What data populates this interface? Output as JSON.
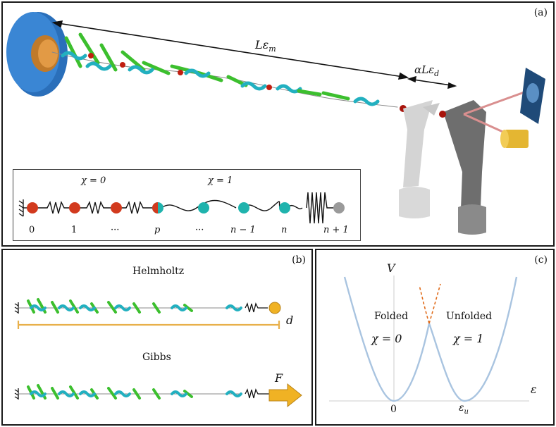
{
  "panel_a": {
    "tag": "(a)",
    "label_L": "Lε",
    "label_L_sub": "m",
    "label_alpha": "αLε",
    "label_alpha_sub": "d"
  },
  "inset": {
    "chi0": "χ = 0",
    "chi1": "χ = 1",
    "indices": [
      "0",
      "1",
      "···",
      "p",
      "···",
      "n − 1",
      "n",
      "n + 1"
    ]
  },
  "panel_b": {
    "tag": "(b)",
    "helmholtz": "Helmholtz",
    "gibbs": "Gibbs",
    "d_label": "d",
    "f_label": "F"
  },
  "panel_c": {
    "tag": "(c)",
    "v_label": "V",
    "eps_label": "ε",
    "folded": "Folded",
    "unfolded": "Unfolded",
    "chi0": "χ = 0",
    "chi1": "χ = 1",
    "x0": "0",
    "xu": "ε",
    "xu_sub": "u"
  },
  "colors": {
    "red_bead": "#d23a1e",
    "teal_bead": "#1fb3ad",
    "grey_bead": "#9a9a9a",
    "well_curve": "#a9c4e0",
    "dashed_curve": "#e06b1a",
    "ruler": "#e8b04a",
    "disc": "#2f78c4"
  }
}
